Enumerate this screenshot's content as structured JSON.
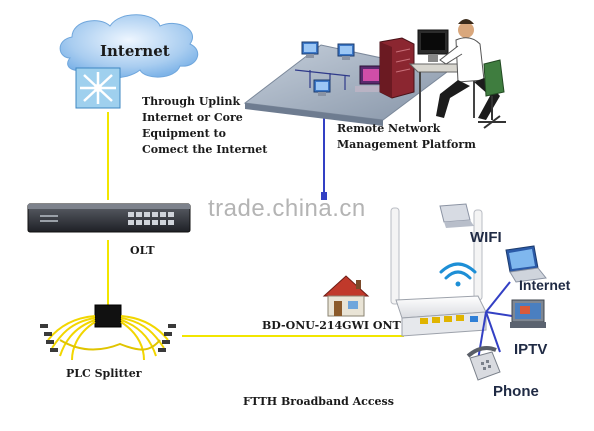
{
  "cloud": {
    "title": "Internet"
  },
  "uplink": {
    "line1": "Through Uplink",
    "line2": "Internet or Core",
    "line3": "Equipment to",
    "line4": "Comect the Internet"
  },
  "nms": {
    "line1": "Remote Network",
    "line2": "Management Platform"
  },
  "watermark": "trade.china.cn",
  "olt": {
    "label": "OLT"
  },
  "splitter": {
    "label": "PLC Splitter"
  },
  "ont": {
    "label": "BD-ONU-214GWI ONT"
  },
  "footer": {
    "title": "FTTH Broadband Access"
  },
  "services": {
    "wifi": "WIFI",
    "internet": "Internet",
    "iptv": "IPTV",
    "phone": "Phone"
  },
  "colors": {
    "fiber": "#f2e600",
    "network": "#3340c4",
    "cloud": "#7fb4e8",
    "platform": "#9aa7b8"
  }
}
